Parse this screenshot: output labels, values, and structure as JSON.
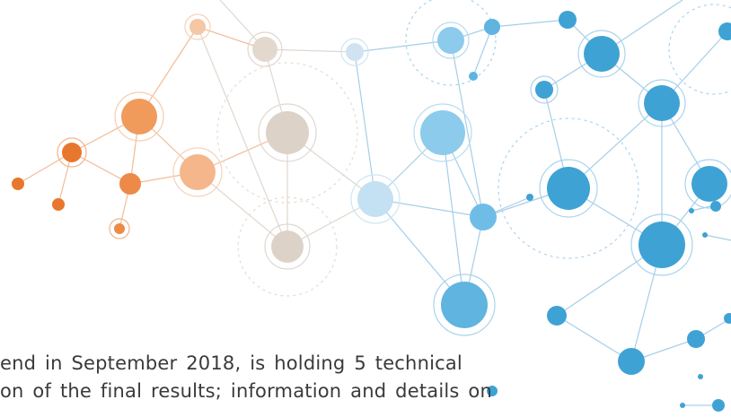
{
  "text": {
    "line1": "end in September 2018, is holding 5 technical",
    "line2": "on  of the final results; information  and details on"
  },
  "graphic": {
    "type": "network-graph-illustration",
    "palette": {
      "orange": "#e8772e",
      "peach": "#f2b88a",
      "grey": "#d6ccc2",
      "light-blue": "#a9d3ee",
      "blue": "#4aa9d6"
    }
  }
}
